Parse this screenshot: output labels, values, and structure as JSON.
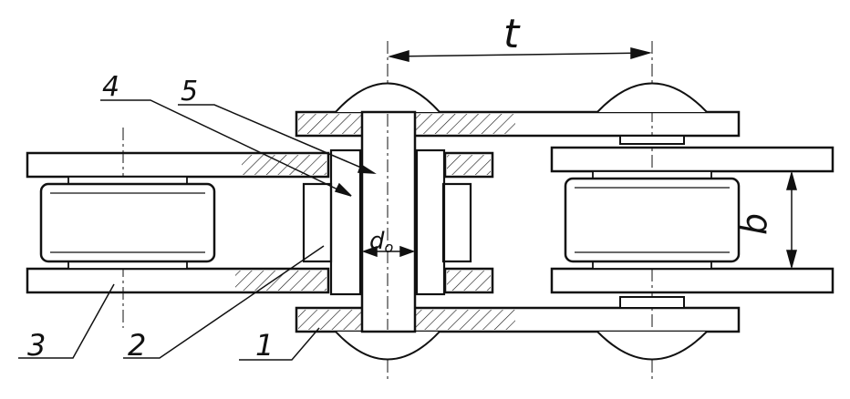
{
  "diagram": {
    "labels": {
      "pitch": "t",
      "roller_width": "b",
      "pin_diameter": "d",
      "pin_diameter_sub": "o",
      "part_1": "1",
      "part_2": "2",
      "part_3": "3",
      "part_4": "4",
      "part_5": "5"
    },
    "colors": {
      "ink": "#111111",
      "paper": "#ffffff"
    }
  }
}
